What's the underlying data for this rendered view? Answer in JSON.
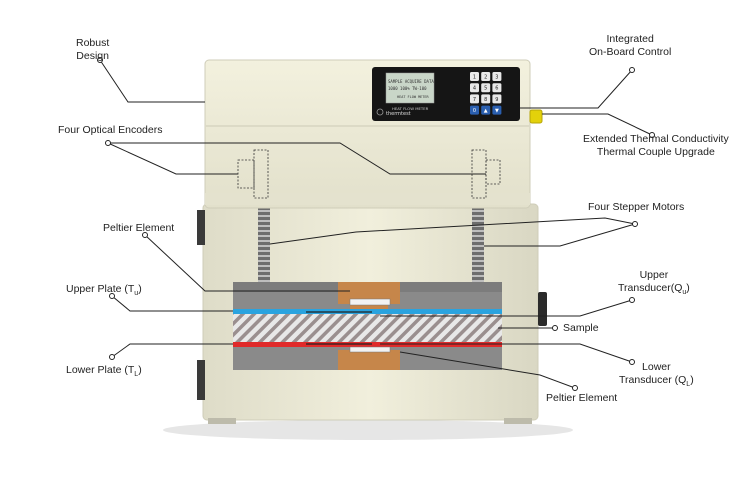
{
  "labels": {
    "robust_design": [
      "Robust",
      "Design"
    ],
    "integrated_control": [
      "Integrated",
      "On-Board Control"
    ],
    "optical_encoders": "Four Optical Encoders",
    "thermal_upgrade": [
      "Extended Thermal Conductivity",
      "Thermal Couple Upgrade"
    ],
    "stepper_motors": "Four Stepper Motors",
    "peltier_top": "Peltier Element",
    "upper_plate": {
      "text": "Upper Plate (T",
      "sub": "u",
      "close": ")"
    },
    "upper_transducer": {
      "line1": "Upper",
      "text": "Transducer(Q",
      "sub": "u",
      "close": ")"
    },
    "sample": "Sample",
    "lower_plate": {
      "text": "Lower Plate (T",
      "sub": "L",
      "close": ")"
    },
    "lower_transducer": {
      "line1": "Lower",
      "text": "Transducer (Q",
      "sub": "L",
      "close": ")"
    },
    "peltier_bottom": "Peltier Element"
  },
  "device": {
    "brand": "thermtest",
    "screen_title": "HEAT FLOW METER",
    "lcd_lines": [
      "SAMPLE  ACQUIRE  DATA",
      "1000   100%   TW-100"
    ],
    "lcd_sub": "HEAT FLOW METER",
    "keypad_keys": [
      "1",
      "2",
      "3",
      "4",
      "5",
      "6",
      "7",
      "8",
      "9",
      "0",
      "▲",
      "▼"
    ]
  },
  "colors": {
    "body": "#efedd8",
    "body_shadow": "#d8d6c2",
    "panel": "#151515",
    "lcd": "#c9d6c8",
    "upper_plate": "#2aa3df",
    "lower_plate": "#e02a2a",
    "copper": "#c6864a",
    "chamber": "#8a8a8a",
    "button_yellow": "#e3d10b"
  }
}
